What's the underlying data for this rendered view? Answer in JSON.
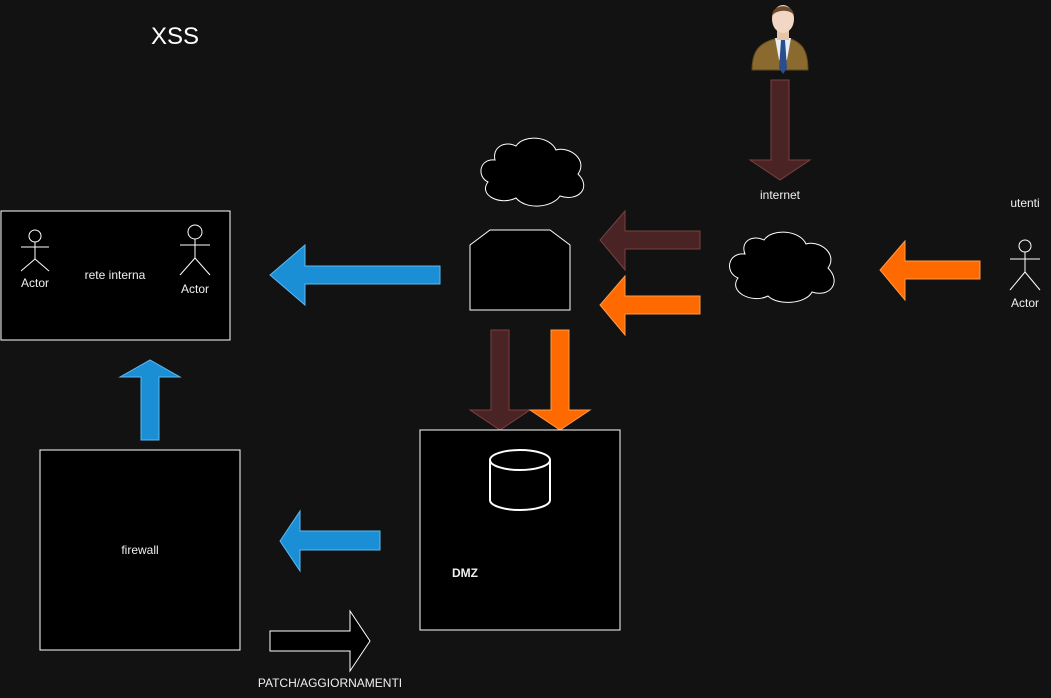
{
  "title": "XSS",
  "internal_network": {
    "label": "rete interna",
    "actor_left_label": "Actor",
    "actor_right_label": "Actor"
  },
  "firewall": {
    "label": "firewall"
  },
  "dmz": {
    "label": "DMZ"
  },
  "internet": {
    "label": "internet"
  },
  "users": {
    "label": "utenti",
    "actor_label": "Actor"
  },
  "patch": {
    "label": "PATCH/AGGIORNAMENTI"
  },
  "colors": {
    "background": "#121212",
    "blue_arrow": "#1a8fd6",
    "orange_arrow": "#ff6a00",
    "brown_arrow": "#4a2424",
    "box_border": "#ffffff"
  },
  "icons": {
    "person": "businessman-icon",
    "actor": "stick-figure-icon",
    "cloud": "cloud-icon",
    "server": "server-icon",
    "database": "database-icon"
  }
}
